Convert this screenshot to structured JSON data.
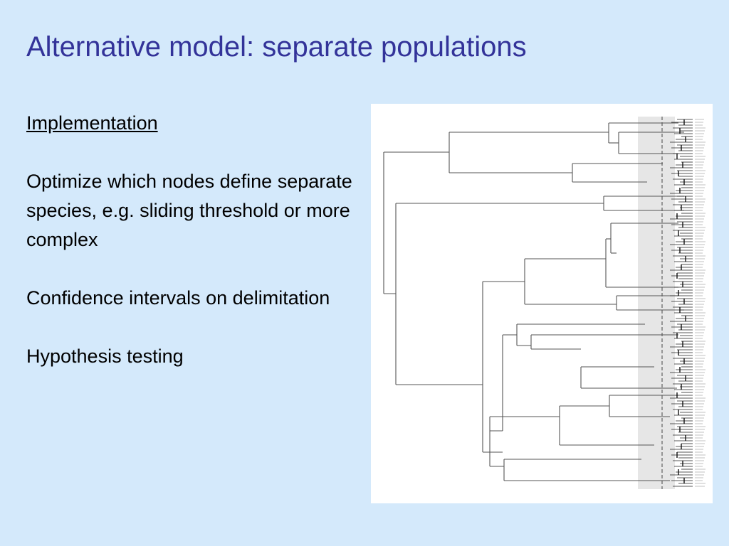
{
  "slide": {
    "title": "Alternative model: separate populations",
    "section_heading": "Implementation",
    "paragraphs": [
      "Optimize which nodes define separate species, e.g. sliding threshold or more complex",
      "Confidence intervals on delimitation",
      "Hypothesis testing"
    ]
  },
  "figure": {
    "type": "dendrogram",
    "colors": {
      "line": "#555555",
      "threshold_band": "#e6e6e6",
      "threshold_line": "#444444",
      "background": "#ffffff"
    }
  }
}
